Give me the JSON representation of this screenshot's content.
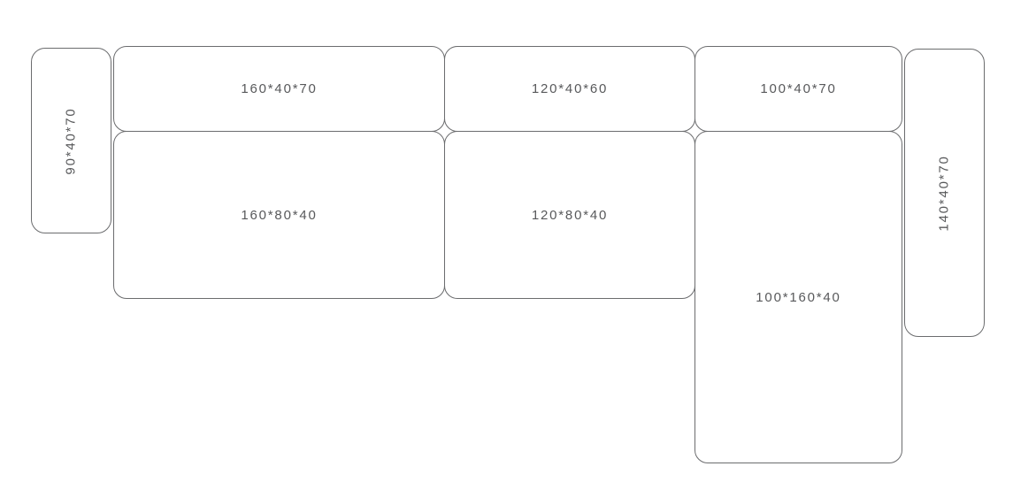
{
  "colors": {
    "background": "#ffffff",
    "line": "#6b6c6e",
    "text": "#58595b"
  },
  "modules": [
    {
      "name": "armrest-left",
      "label": "90*40*70",
      "orientation": "vertical"
    },
    {
      "name": "backrest-160",
      "label": "160*40*70",
      "orientation": "horizontal"
    },
    {
      "name": "backrest-120",
      "label": "120*40*60",
      "orientation": "horizontal"
    },
    {
      "name": "backrest-100",
      "label": "100*40*70",
      "orientation": "horizontal"
    },
    {
      "name": "armrest-right",
      "label": "140*40*70",
      "orientation": "vertical"
    },
    {
      "name": "seat-160",
      "label": "160*80*40",
      "orientation": "horizontal"
    },
    {
      "name": "seat-120",
      "label": "120*80*40",
      "orientation": "horizontal"
    },
    {
      "name": "chaise-100-160",
      "label": "100*160*40",
      "orientation": "horizontal"
    }
  ]
}
